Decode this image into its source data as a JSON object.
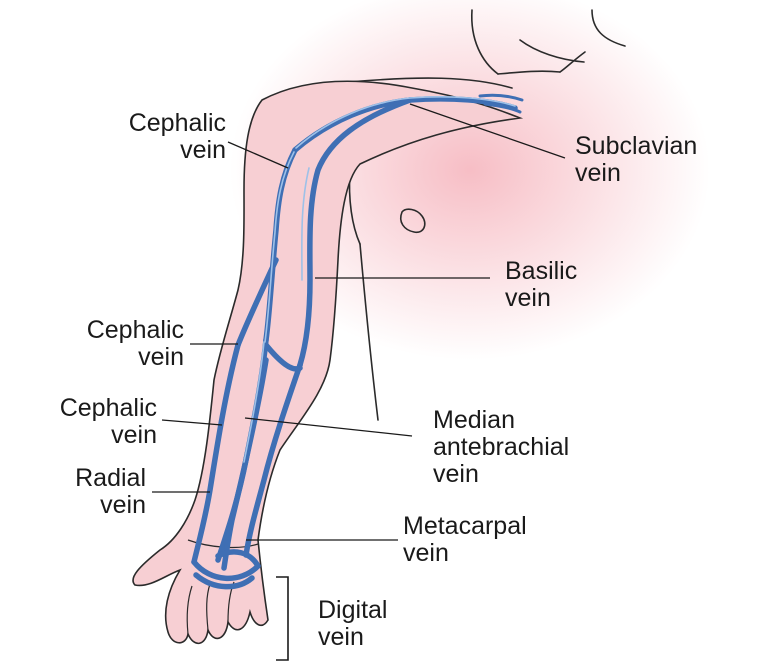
{
  "labels": {
    "cephalic_upper": "Cephalic\nvein",
    "subclavian": "Subclavian\nvein",
    "basilic": "Basilic\nvein",
    "cephalic_mid": "Cephalic\nvein",
    "cephalic_forearm": "Cephalic\nvein",
    "median_antebrachial": "Median\nantebrachial\nvein",
    "radial": "Radial\nvein",
    "metacarpal": "Metacarpal\nvein",
    "digital": "Digital\nvein"
  },
  "colors": {
    "skin_fill": "#f7cfd3",
    "skin_glow": "#f4a8b2",
    "outline": "#2b2b2b",
    "vein": "#3f6fb4",
    "vein_highlight": "#9ec1e8",
    "leader": "#1a1a1a",
    "text": "#1a1a1a"
  }
}
